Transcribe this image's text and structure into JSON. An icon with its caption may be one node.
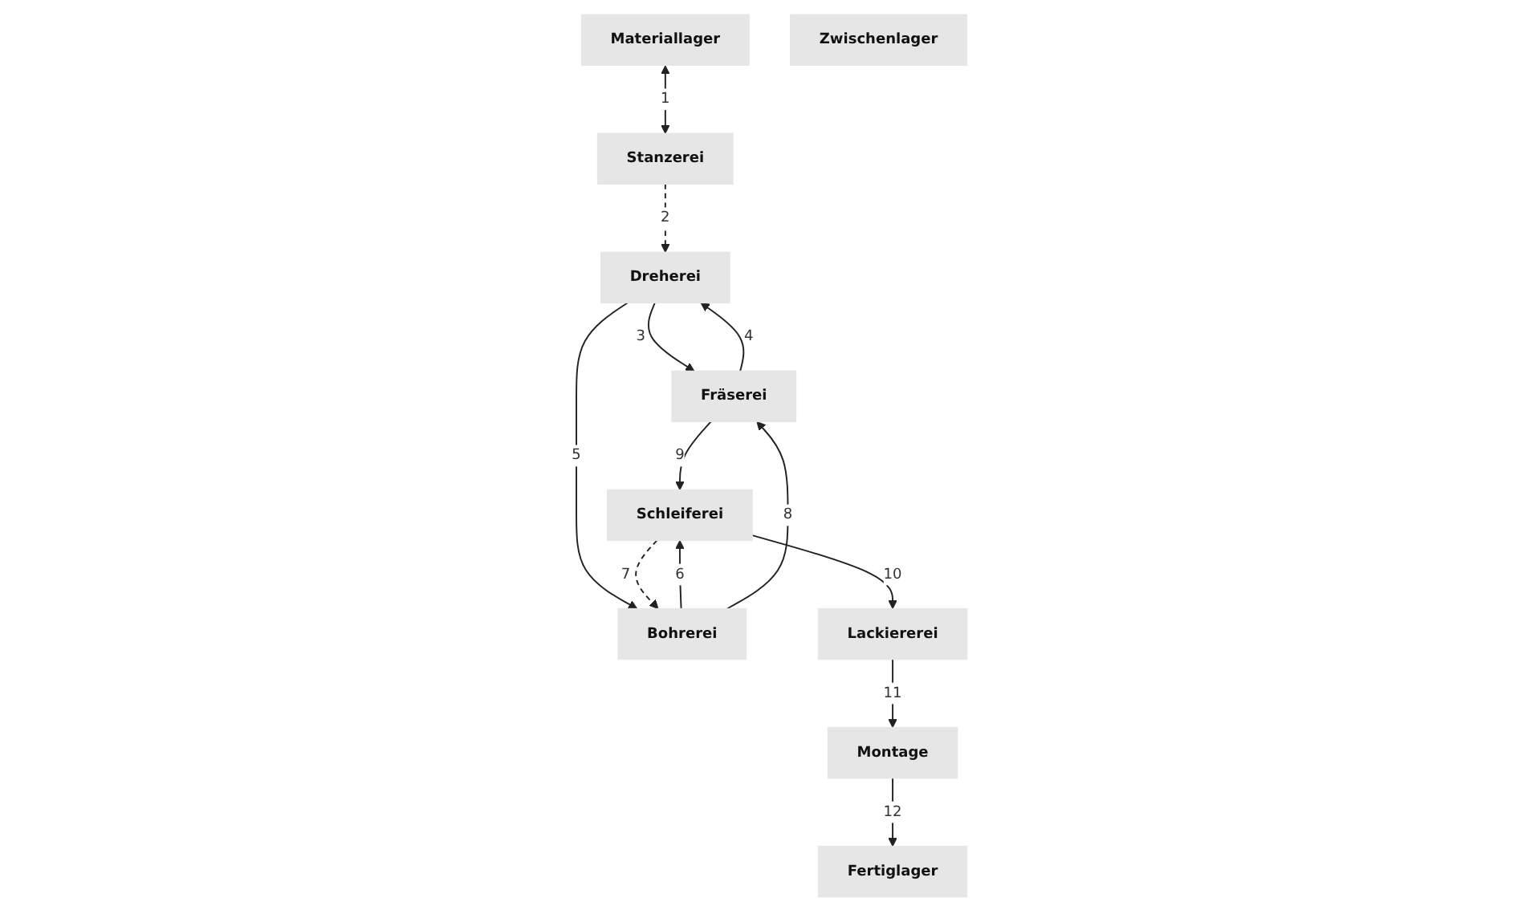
{
  "diagram": {
    "nodes": [
      {
        "text": [
          "Materiallager"
        ]
      },
      {
        "text": [
          "Bohrerei"
        ]
      },
      {
        "text": [
          "Stanzerei"
        ]
      },
      {
        "text": [
          "Fertiglager"
        ]
      },
      {
        "text": [
          "Fräserei"
        ]
      },
      {
        "text": [
          "Schleiferei"
        ]
      },
      {
        "text": [
          "Montage"
        ]
      },
      {
        "text": [
          "Zwischenlager"
        ]
      },
      {
        "text": [
          "Dreherei"
        ]
      },
      {
        "text": [
          "Lackiererei"
        ]
      }
    ],
    "edges": [
      {
        "from": 0,
        "to": 2,
        "arrow": "both",
        "label": "1"
      },
      {
        "from": 2,
        "to": 8,
        "arrow": "to",
        "label": "2",
        "style": "dashed"
      },
      {
        "from": 8,
        "to": 4,
        "arrow": "to",
        "label": "3"
      },
      {
        "from": 4,
        "to": 8,
        "arrow": "to",
        "label": "4"
      },
      {
        "from": 8,
        "to": 1,
        "arrow": "to",
        "label": "5"
      },
      {
        "from": 1,
        "to": 5,
        "arrow": "to",
        "label": "6"
      },
      {
        "from": 5,
        "to": 1,
        "arrow": "to",
        "label": "7",
        "style": "dashed"
      },
      {
        "from": 1,
        "to": 4,
        "arrow": "to",
        "label": "8"
      },
      {
        "from": 4,
        "to": 5,
        "arrow": "to",
        "label": "9"
      },
      {
        "from": 5,
        "to": 9,
        "arrow": "to",
        "label": "10"
      },
      {
        "from": 9,
        "to": 6,
        "arrow": "to",
        "label": "11"
      },
      {
        "from": 6,
        "to": 3,
        "arrow": "to",
        "label": "12"
      }
    ]
  }
}
